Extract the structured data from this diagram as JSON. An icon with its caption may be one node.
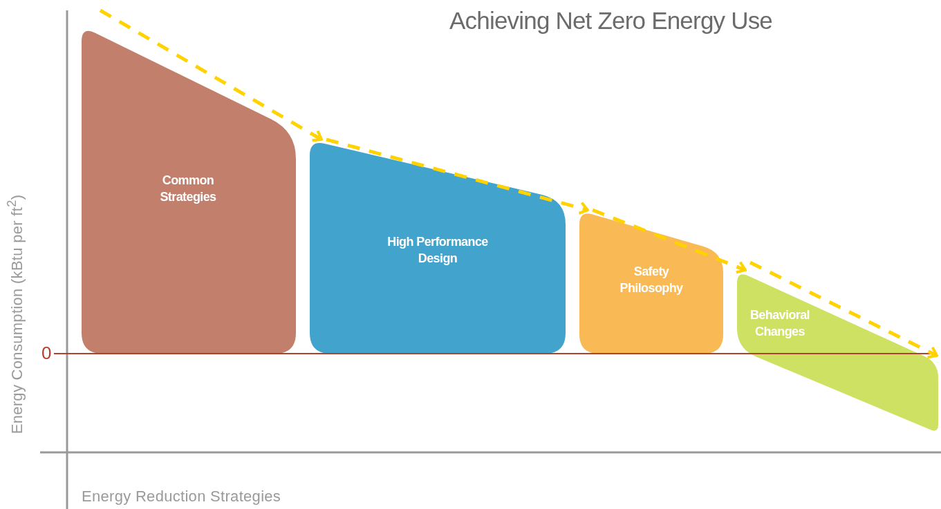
{
  "diagram": {
    "title": "Achieving Net Zero Energy Use",
    "nodes": [
      {
        "text": [
          "Common Strategies"
        ]
      },
      {
        "text": [
          "High Performance Design"
        ]
      },
      {
        "text": [
          "Safety Philosophy"
        ]
      },
      {
        "text": [
          "Behavioral Changes"
        ]
      }
    ],
    "edges": [
      {
        "from": null,
        "to": 1,
        "arrow": "to",
        "style": "dashed",
        "color": "#ffd200"
      },
      {
        "from": 1,
        "to": 2,
        "arrow": "to",
        "style": "dashed",
        "color": "#ffd200"
      },
      {
        "from": 2,
        "to": 3,
        "arrow": "to",
        "style": "dashed",
        "color": "#ffd200"
      },
      {
        "from": null,
        "to": 3,
        "arrow": "to",
        "style": "dashed",
        "color": "#ffd200"
      }
    ],
    "labels": [
      "Energy Consumption (kBtu per ft$^{2}$)",
      "0",
      "Energy Reduction Strategies"
    ]
  }
}
